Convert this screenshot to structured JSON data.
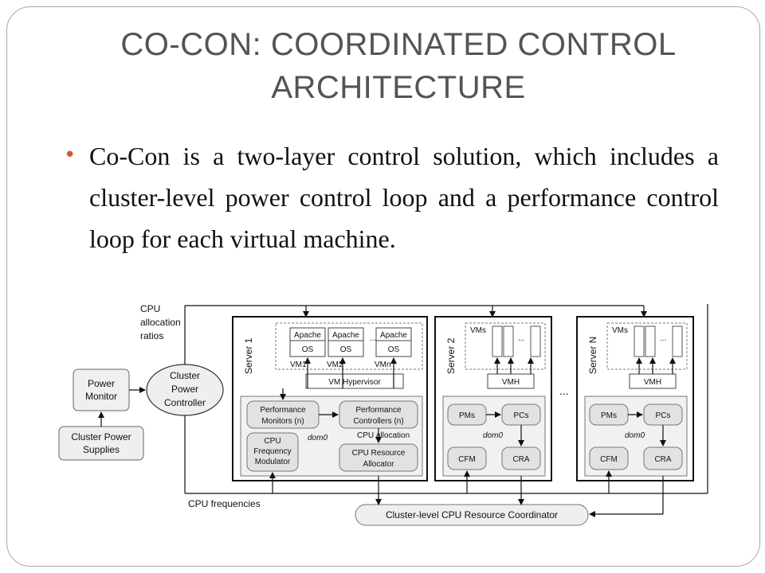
{
  "slide": {
    "title_line1": "CO-CON: COORDINATED CONTROL",
    "title_line2": "ARCHITECTURE",
    "bullet": "Co-Con is a two-layer control solution, which includes a cluster-level power control loop and a performance control loop for each virtual machine.",
    "bullet_color": "#cc5a36",
    "title_color": "#545454"
  },
  "diagram": {
    "cpu_alloc_label": [
      "CPU",
      "allocation",
      "ratios"
    ],
    "power_monitor": [
      "Power",
      "Monitor"
    ],
    "power_supplies": [
      "Cluster Power",
      "Supplies"
    ],
    "cluster_controller": [
      "Cluster",
      "Power",
      "Controller"
    ],
    "server1": {
      "name": "Server 1",
      "vm_apps": [
        "Apache",
        "Apache",
        "Apache"
      ],
      "vm_os": [
        "OS",
        "OS",
        "OS"
      ],
      "vm_labels": [
        "VM1",
        "VM2",
        "VMn"
      ],
      "hypervisor": "VM Hypervisor",
      "perf_monitors": [
        "Performance",
        "Monitors (n)"
      ],
      "perf_controllers": [
        "Performance",
        "Controllers (n)"
      ],
      "dom0": "dom0",
      "cpu_allocation": "CPU allocation",
      "cpu_freq_mod": [
        "CPU",
        "Frequency",
        "Modulator"
      ],
      "cpu_res_alloc": [
        "CPU Resource",
        "Allocator"
      ]
    },
    "server2": {
      "name": "Server 2",
      "vms": "VMs",
      "vmh": "VMH",
      "pms": "PMs",
      "pcs": "PCs",
      "dom0": "dom0",
      "cfm": "CFM",
      "cra": "CRA"
    },
    "serverN": {
      "name": "Server N",
      "vms": "VMs",
      "vmh": "VMH",
      "pms": "PMs",
      "pcs": "PCs",
      "dom0": "dom0",
      "cfm": "CFM",
      "cra": "CRA"
    },
    "dots": "...",
    "cpu_frequencies": "CPU frequencies",
    "coordinator": "Cluster-level CPU Resource Coordinator"
  }
}
